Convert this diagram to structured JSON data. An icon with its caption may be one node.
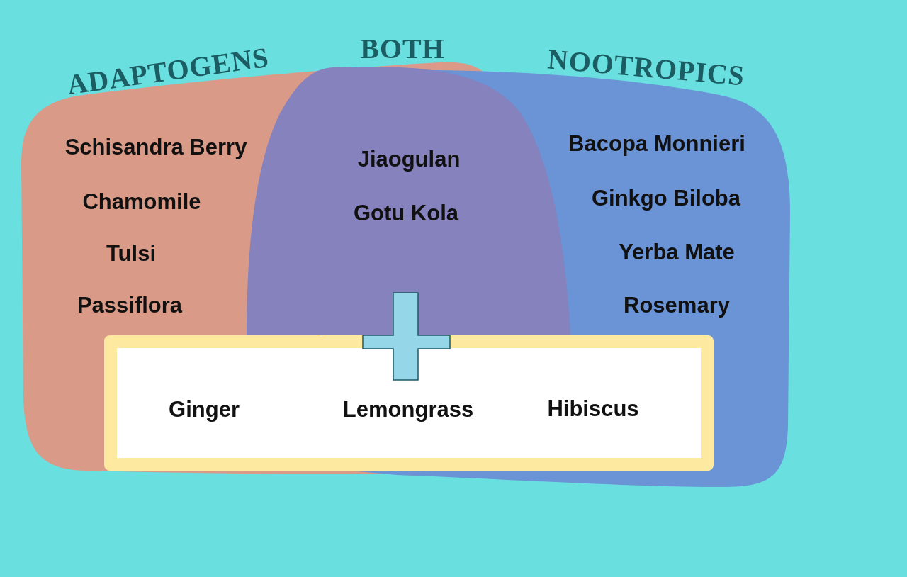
{
  "diagram": {
    "nodes": [
      {
        "text": [
          "ADAPTOGENS",
          "Schisandra Berry",
          "Chamomile",
          "Tulsi",
          "Passiflora"
        ]
      },
      {
        "text": [
          "BOTH",
          "Jiaogulan",
          "Gotu Kola"
        ]
      },
      {
        "text": [
          "NOOTROPICS",
          "Bacopa Monnieri",
          "Ginkgo Biloba",
          "Yerba Mate",
          "Rosemary"
        ]
      },
      {
        "text": [
          "Ginger",
          "Lemongrass",
          "Hibiscus"
        ]
      }
    ],
    "edges": []
  }
}
